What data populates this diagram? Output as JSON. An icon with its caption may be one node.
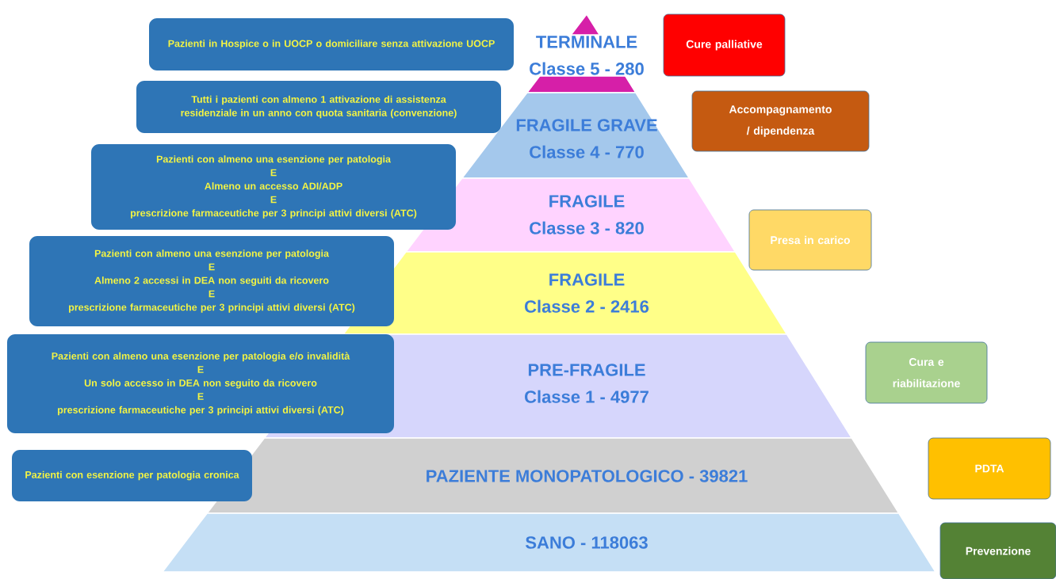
{
  "diagram": {
    "nodes": [
      {
        "text": [
          "TERMINALE",
          "Classe 5 - 280"
        ]
      },
      {
        "text": [
          "FRAGILE GRAVE",
          "Classe 4 - 770"
        ]
      },
      {
        "text": [
          "FRAGILE",
          "Classe 3 - 820"
        ]
      },
      {
        "text": [
          "FRAGILE",
          "Classe 2 - 2416"
        ]
      },
      {
        "text": [
          "PRE-FRAGILE",
          "Classe 1 - 4977"
        ]
      },
      {
        "text": [
          "PAZIENTE MONOPATOLOGICO - 39821"
        ]
      },
      {
        "text": [
          "SANO - 118063"
        ]
      },
      {
        "text": [
          "Pazienti in Hospice o in UOCP o domiciliare senza attivazione UOCP"
        ]
      },
      {
        "text": [
          "Tutti i pazienti con almeno 1 attivazione di assistenza residenziale in un anno con quota sanitaria (convenzione)"
        ]
      },
      {
        "text": [
          "Pazienti con almeno una esenzione per patologia",
          "E",
          "Almeno un accesso ADI/ADP",
          "E",
          "prescrizione farmaceutiche per 3 principi attivi diversi (ATC)"
        ]
      },
      {
        "text": [
          "Pazienti con almeno una esenzione per patologia",
          "E",
          "Almeno 2 accessi in DEA non seguiti da ricovero",
          "E",
          "prescrizione farmaceutiche per 3 principi attivi diversi (ATC)"
        ]
      },
      {
        "text": [
          "Pazienti con almeno una esenzione per patologia e/o invalidità",
          "E",
          "Un solo accesso in DEA non seguito da ricovero",
          "E",
          "prescrizione farmaceutiche per 3 principi attivi diversi (ATC)"
        ]
      },
      {
        "text": [
          "Pazienti con esenzione per patologia cronica"
        ]
      },
      {
        "text": [
          "Cure palliative"
        ]
      },
      {
        "text": [
          "Accompagnamento / dipendenza"
        ]
      },
      {
        "text": [
          "Presa in carico"
        ]
      },
      {
        "text": [
          "Cura e riabilitazione"
        ]
      },
      {
        "text": [
          "PDTA"
        ]
      },
      {
        "text": [
          "Prevenzione"
        ]
      }
    ]
  }
}
